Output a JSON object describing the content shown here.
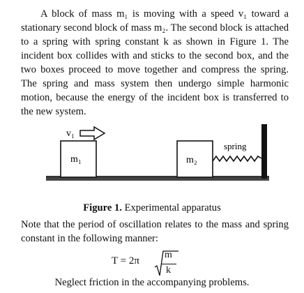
{
  "intro_paragraph": "A block of mass m₁ is moving with a speed v₁ toward a stationary second block of mass m₂. The second block is attached to a spring with spring constant k as shown in Figure 1. The incident box collides with and sticks to the second box, and the two boxes proceed to move together and compress the spring. The spring and mass system then undergo simple harmonic motion, because the energy of the incident box is transferred to the new system.",
  "figure": {
    "velocity_label": "v₁",
    "block1_label": "m₁",
    "block2_label": "m₂",
    "spring_label": "spring",
    "caption_bold": "Figure 1.",
    "caption_text": " Experimental apparatus"
  },
  "note_paragraph": "Note that the period of oscillation relates to the mass and spring constant in the following manner:",
  "formula": {
    "lhs": "T  =  2π",
    "numerator": "m",
    "denominator": "k"
  },
  "closing_text": "Neglect friction in the accompanying problems."
}
